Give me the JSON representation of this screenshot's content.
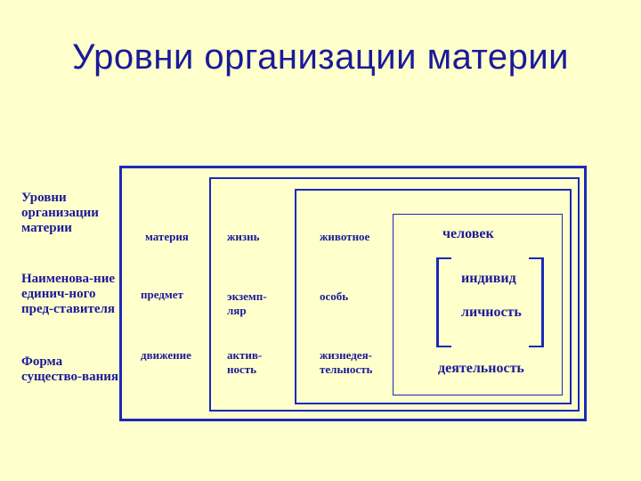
{
  "title": "Уровни организации материи",
  "rows": {
    "levels": "Уровни организации материи",
    "unit": "Наименова-ние единич-ного пред-ставителя",
    "form": "Форма существо-вания"
  },
  "columns": [
    {
      "level": "материя",
      "unit": "предмет",
      "form": "движение"
    },
    {
      "level": "жизнь",
      "unit": "экземп-ляр",
      "form": "актив-ность"
    },
    {
      "level": "животное",
      "unit": "особь",
      "form": "жизнедея-тельность"
    }
  ],
  "human": {
    "level": "человек",
    "unit_top": "индивид",
    "unit_bottom": "личность",
    "form": "деятельность"
  }
}
